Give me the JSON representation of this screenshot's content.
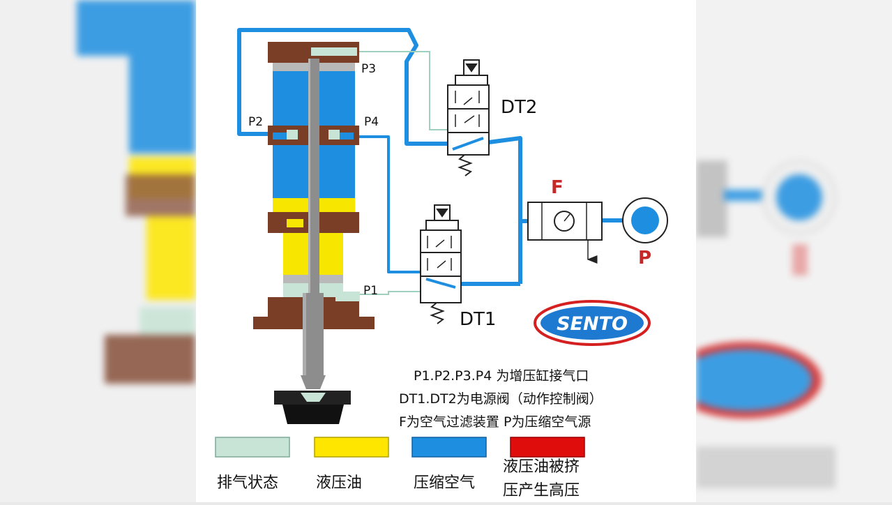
{
  "ports": {
    "p1": "P1",
    "p2": "P2",
    "p3": "P3",
    "p4": "P4"
  },
  "valves": {
    "dt1": "DT1",
    "dt2": "DT2"
  },
  "filter_label": "F",
  "source_label": "P",
  "logo_text": "SENTO",
  "notes": [
    "P1.P2.P3.P4 为增压缸接气口",
    "DT1.DT2为电源阀（动作控制阀）",
    "F为空气过滤装置 P为压缩空气源"
  ],
  "legend": [
    {
      "label": "排气状态",
      "color": "#c7e4d6"
    },
    {
      "label": "液压油",
      "color": "#ffe600"
    },
    {
      "label": "压缩空气",
      "color": "#1e8fe0"
    },
    {
      "label_line1": "液压油被挤",
      "label_line2": "压产生高压",
      "color": "#e00d0d"
    }
  ],
  "colors": {
    "air": "#1e8fe0",
    "oil": "#f6e600",
    "exhaust": "#c7e4d6",
    "brown": "#7a3d25",
    "rod": "#8d8d8d",
    "red": "#d42020"
  }
}
